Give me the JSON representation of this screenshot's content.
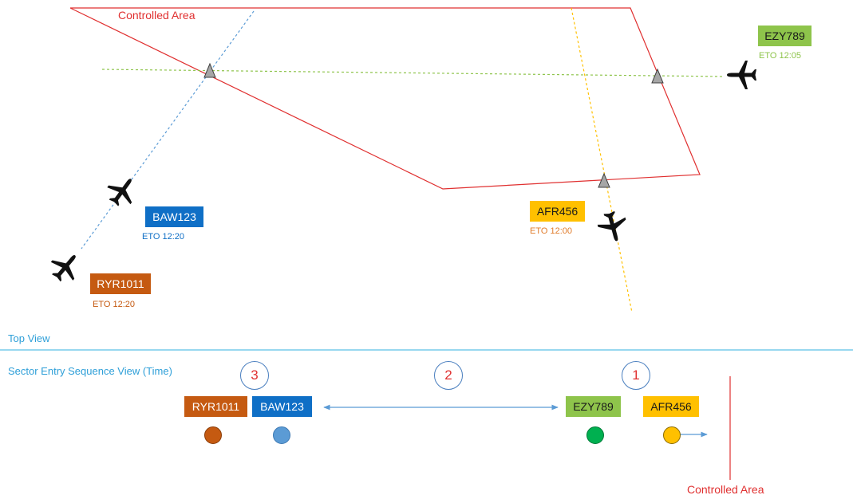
{
  "controlled_area_label": "Controlled Area",
  "top_view_label": "Top View",
  "sequence_view_label": "Sector Entry Sequence View (Time)",
  "colors": {
    "controlled_area": "#e03030",
    "section_divider": "#5bc0e8",
    "section_text": "#2e9fd8",
    "sequence_text": "#e03030",
    "arrow": "#5b9bd5",
    "waypoint": "#a6a6a6"
  },
  "flights": {
    "ezy": {
      "callsign": "EZY789",
      "eto": "ETO 12:05",
      "tag_color": "#8ec44b",
      "text_color": "#1a1a1a",
      "eto_color": "#8ec44b",
      "track_color": "#8ec44b"
    },
    "afr": {
      "callsign": "AFR456",
      "eto": "ETO 12:00",
      "tag_color": "#ffc000",
      "text_color": "#1a1a1a",
      "eto_color": "#e07b2a",
      "track_color": "#ffc000"
    },
    "baw": {
      "callsign": "BAW123",
      "eto": "ETO 12:20",
      "tag_color": "#0f6fc6",
      "text_color": "#ffffff",
      "eto_color": "#0f6fc6",
      "track_color": "#5b9bd5"
    },
    "ryr": {
      "callsign": "RYR1011",
      "eto": "ETO 12:20",
      "tag_color": "#c55a11",
      "text_color": "#ffffff",
      "eto_color": "#c55a11"
    }
  },
  "sequence": {
    "numbers": [
      "3",
      "2",
      "1"
    ],
    "items": [
      {
        "callsign": "RYR1011",
        "tag_color": "#c55a11",
        "text_color": "#ffffff",
        "dot_color": "#c55a11"
      },
      {
        "callsign": "BAW123",
        "tag_color": "#0f6fc6",
        "text_color": "#ffffff",
        "dot_color": "#5b9bd5"
      },
      {
        "callsign": "EZY789",
        "tag_color": "#8ec44b",
        "text_color": "#1a1a1a",
        "dot_color": "#00b050"
      },
      {
        "callsign": "AFR456",
        "tag_color": "#ffc000",
        "text_color": "#1a1a1a",
        "dot_color": "#ffc000"
      }
    ]
  },
  "icons": [
    "airplane-icon",
    "waypoint-triangle-icon",
    "double-arrow-icon",
    "right-arrow-icon"
  ]
}
